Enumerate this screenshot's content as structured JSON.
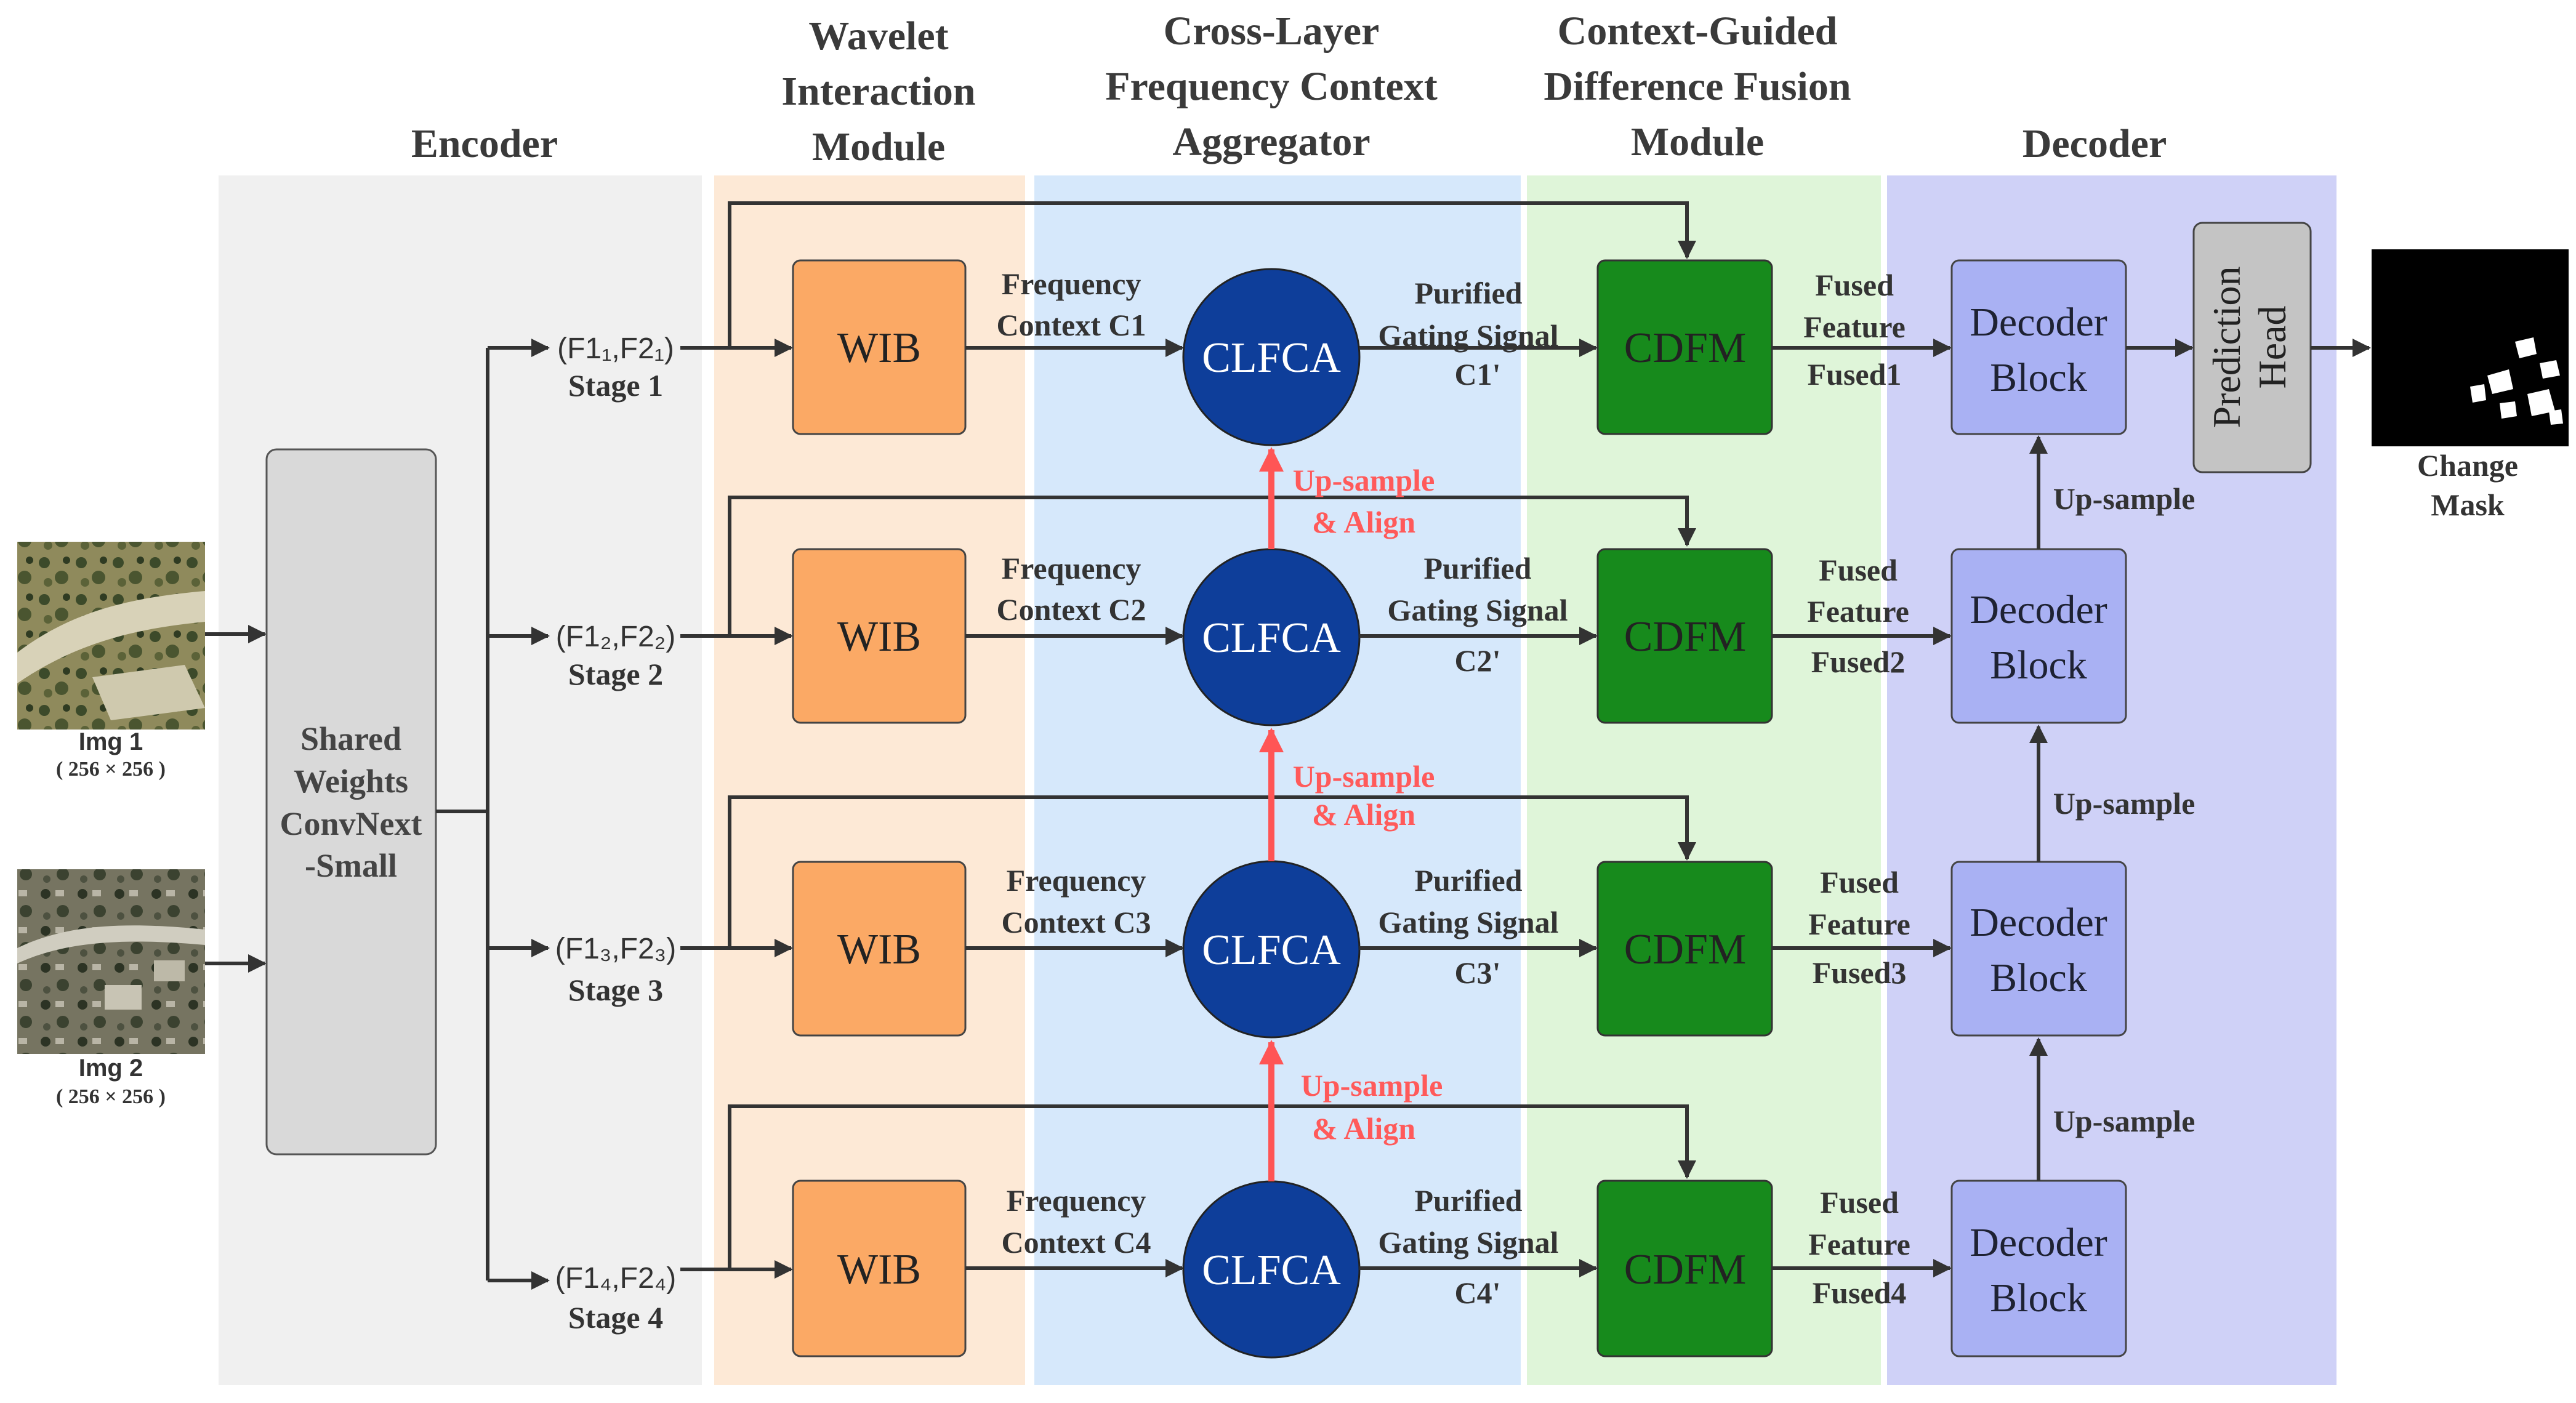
{
  "sections": {
    "encoder": "Encoder",
    "wavelet": [
      "Wavelet",
      "Interaction",
      "Module"
    ],
    "aggregator": [
      "Cross-Layer",
      "Frequency Context",
      "Aggregator"
    ],
    "fusion": [
      "Context-Guided",
      "Difference Fusion",
      "Module"
    ],
    "decoder": "Decoder"
  },
  "inputs": [
    {
      "label": "Img 1",
      "size": "( 256 × 256 )"
    },
    {
      "label": "Img 2",
      "size": "( 256 × 256 )"
    }
  ],
  "backbone": [
    "Shared",
    "Weights",
    "ConvNext",
    "-Small"
  ],
  "stages": [
    {
      "features": "(F1₁,F2₁)",
      "stage": "Stage 1",
      "wib": "WIB",
      "ctx": [
        "Frequency",
        "Context C1"
      ],
      "clfca": "CLFCA",
      "gate": [
        "Purified",
        "Gating Signal",
        "C1'"
      ],
      "cdfm": "CDFM",
      "fused": [
        "Fused",
        "Feature",
        "Fused1"
      ],
      "dec": [
        "Decoder",
        "Block"
      ]
    },
    {
      "features": "(F1₂,F2₂)",
      "stage": "Stage 2",
      "wib": "WIB",
      "ctx": [
        "Frequency",
        "Context C2"
      ],
      "clfca": "CLFCA",
      "gate": [
        "Purified",
        "Gating Signal",
        "C2'"
      ],
      "cdfm": "CDFM",
      "fused": [
        "Fused",
        "Feature",
        "Fused2"
      ],
      "dec": [
        "Decoder",
        "Block"
      ]
    },
    {
      "features": "(F1₃,F2₃)",
      "stage": "Stage 3",
      "wib": "WIB",
      "ctx": [
        "Frequency",
        "Context C3"
      ],
      "clfca": "CLFCA",
      "gate": [
        "Purified",
        "Gating Signal",
        "C3'"
      ],
      "cdfm": "CDFM",
      "fused": [
        "Fused",
        "Feature",
        "Fused3"
      ],
      "dec": [
        "Decoder",
        "Block"
      ]
    },
    {
      "features": "(F1₄,F2₄)",
      "stage": "Stage 4",
      "wib": "WIB",
      "ctx": [
        "Frequency",
        "Context C4"
      ],
      "clfca": "CLFCA",
      "gate": [
        "Purified",
        "Gating Signal",
        "C4'"
      ],
      "cdfm": "CDFM",
      "fused": [
        "Fused",
        "Feature",
        "Fused4"
      ],
      "dec": [
        "Decoder",
        "Block"
      ]
    }
  ],
  "upsample_align": [
    "Up-sample",
    "& Align"
  ],
  "upsample": "Up-sample",
  "prediction_head": [
    "Prediction",
    "Head"
  ],
  "output": [
    "Change",
    "Mask"
  ],
  "colors": {
    "encoder_bg": "#f0f0f0",
    "wavelet_bg": "#fde9d6",
    "aggregator_bg": "#d6e8fb",
    "fusion_bg": "#dff5d9",
    "decoder_bg": "#cfd1f7",
    "wib": "#fba965",
    "clfca": "#0e3e9a",
    "cdfm": "#178a1c",
    "decoder_block": "#a9b1f3",
    "prediction_head": "#c4c4c4",
    "backbone": "#d9d9d9",
    "upsample_arrow": "#ff5555"
  }
}
